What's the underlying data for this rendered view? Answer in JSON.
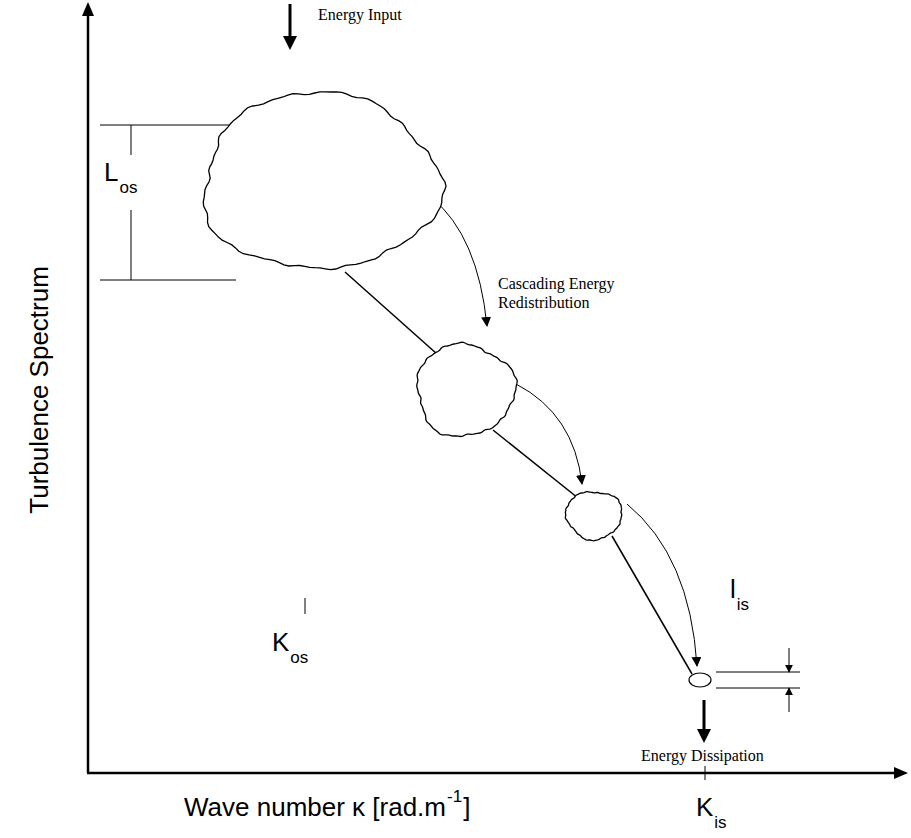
{
  "diagram": {
    "labels": [
      "Energy Input",
      "L",
      "os",
      "Cascading Energy Redistribution",
      "l",
      "is",
      "Energy Dissipation",
      "K",
      "os",
      "K",
      "is",
      "Turbulence Spectrum",
      "Wave number κ [rad.m",
      "-1",
      "]"
    ]
  }
}
